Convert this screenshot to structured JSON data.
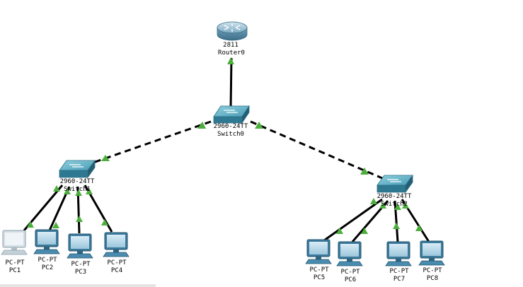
{
  "topology": {
    "router": {
      "model": "2811",
      "name": "Router0"
    },
    "core_switch": {
      "model": "2960-24TT",
      "name": "Switch0"
    },
    "left_switch": {
      "model": "2960-24TT",
      "name": "Switch1"
    },
    "right_switch": {
      "model": "2960-24TT",
      "name": "Switch2"
    },
    "pcs": [
      {
        "model": "PC-PT",
        "name": "PC1"
      },
      {
        "model": "PC-PT",
        "name": "PC2"
      },
      {
        "model": "PC-PT",
        "name": "PC3"
      },
      {
        "model": "PC-PT",
        "name": "PC4"
      },
      {
        "model": "PC-PT",
        "name": "PC5"
      },
      {
        "model": "PC-PT",
        "name": "PC6"
      },
      {
        "model": "PC-PT",
        "name": "PC7"
      },
      {
        "model": "PC-PT",
        "name": "PC8"
      }
    ],
    "links": [
      {
        "from": "Router0",
        "to": "Switch0",
        "type": "straight-through",
        "status": "up"
      },
      {
        "from": "Switch0",
        "to": "Switch1",
        "type": "crossover",
        "status": "up"
      },
      {
        "from": "Switch0",
        "to": "Switch2",
        "type": "crossover",
        "status": "up"
      },
      {
        "from": "Switch1",
        "to": "PC1",
        "type": "straight-through",
        "status": "up"
      },
      {
        "from": "Switch1",
        "to": "PC2",
        "type": "straight-through",
        "status": "up"
      },
      {
        "from": "Switch1",
        "to": "PC3",
        "type": "straight-through",
        "status": "up"
      },
      {
        "from": "Switch1",
        "to": "PC4",
        "type": "straight-through",
        "status": "up"
      },
      {
        "from": "Switch2",
        "to": "PC5",
        "type": "straight-through",
        "status": "up"
      },
      {
        "from": "Switch2",
        "to": "PC6",
        "type": "straight-through",
        "status": "up"
      },
      {
        "from": "Switch2",
        "to": "PC7",
        "type": "straight-through",
        "status": "up"
      },
      {
        "from": "Switch2",
        "to": "PC8",
        "type": "straight-through",
        "status": "up"
      }
    ]
  },
  "colors": {
    "link_up": "#4caf3c",
    "cable": "#000000",
    "switch": "#3f8ea8",
    "router": "#6aa0bc",
    "pc": "#4a8cb0"
  }
}
